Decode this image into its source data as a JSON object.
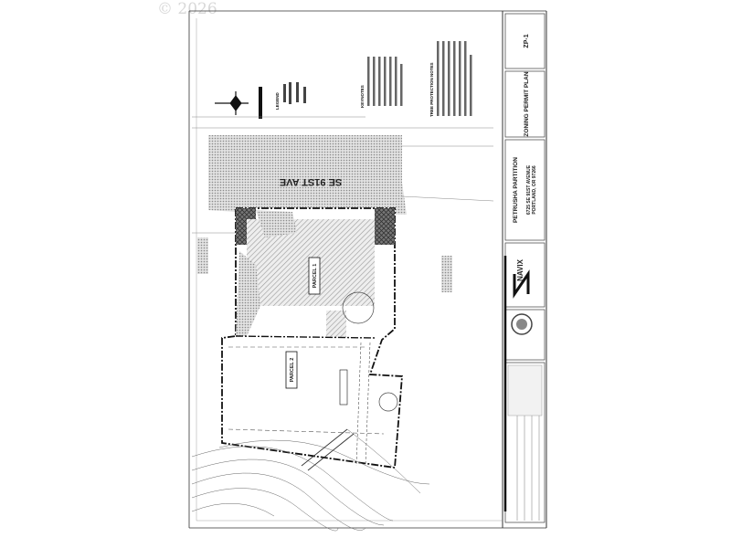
{
  "watermark": "© 2026",
  "sheet": {
    "number": "ZP-1",
    "title": "ZONING PERMIT PLAN",
    "project": "PETRUSHA PARTITION",
    "address_line1": "6725 SE 91ST AVENUE",
    "address_line2": "PORTLAND, OR 97266",
    "firm": "NAVIX"
  },
  "plan": {
    "street": "SE 91ST AVE",
    "parcel1": "PARCEL 1",
    "parcel2": "PARCEL 2",
    "legend_title": "LEGEND",
    "keynotes_title": "KEYNOTES",
    "tree_notes_title": "TREE PROTECTION NOTES"
  },
  "colors": {
    "line": "#222222",
    "hatch": "#9a9a9a",
    "watermark": "#d8d8d8"
  }
}
